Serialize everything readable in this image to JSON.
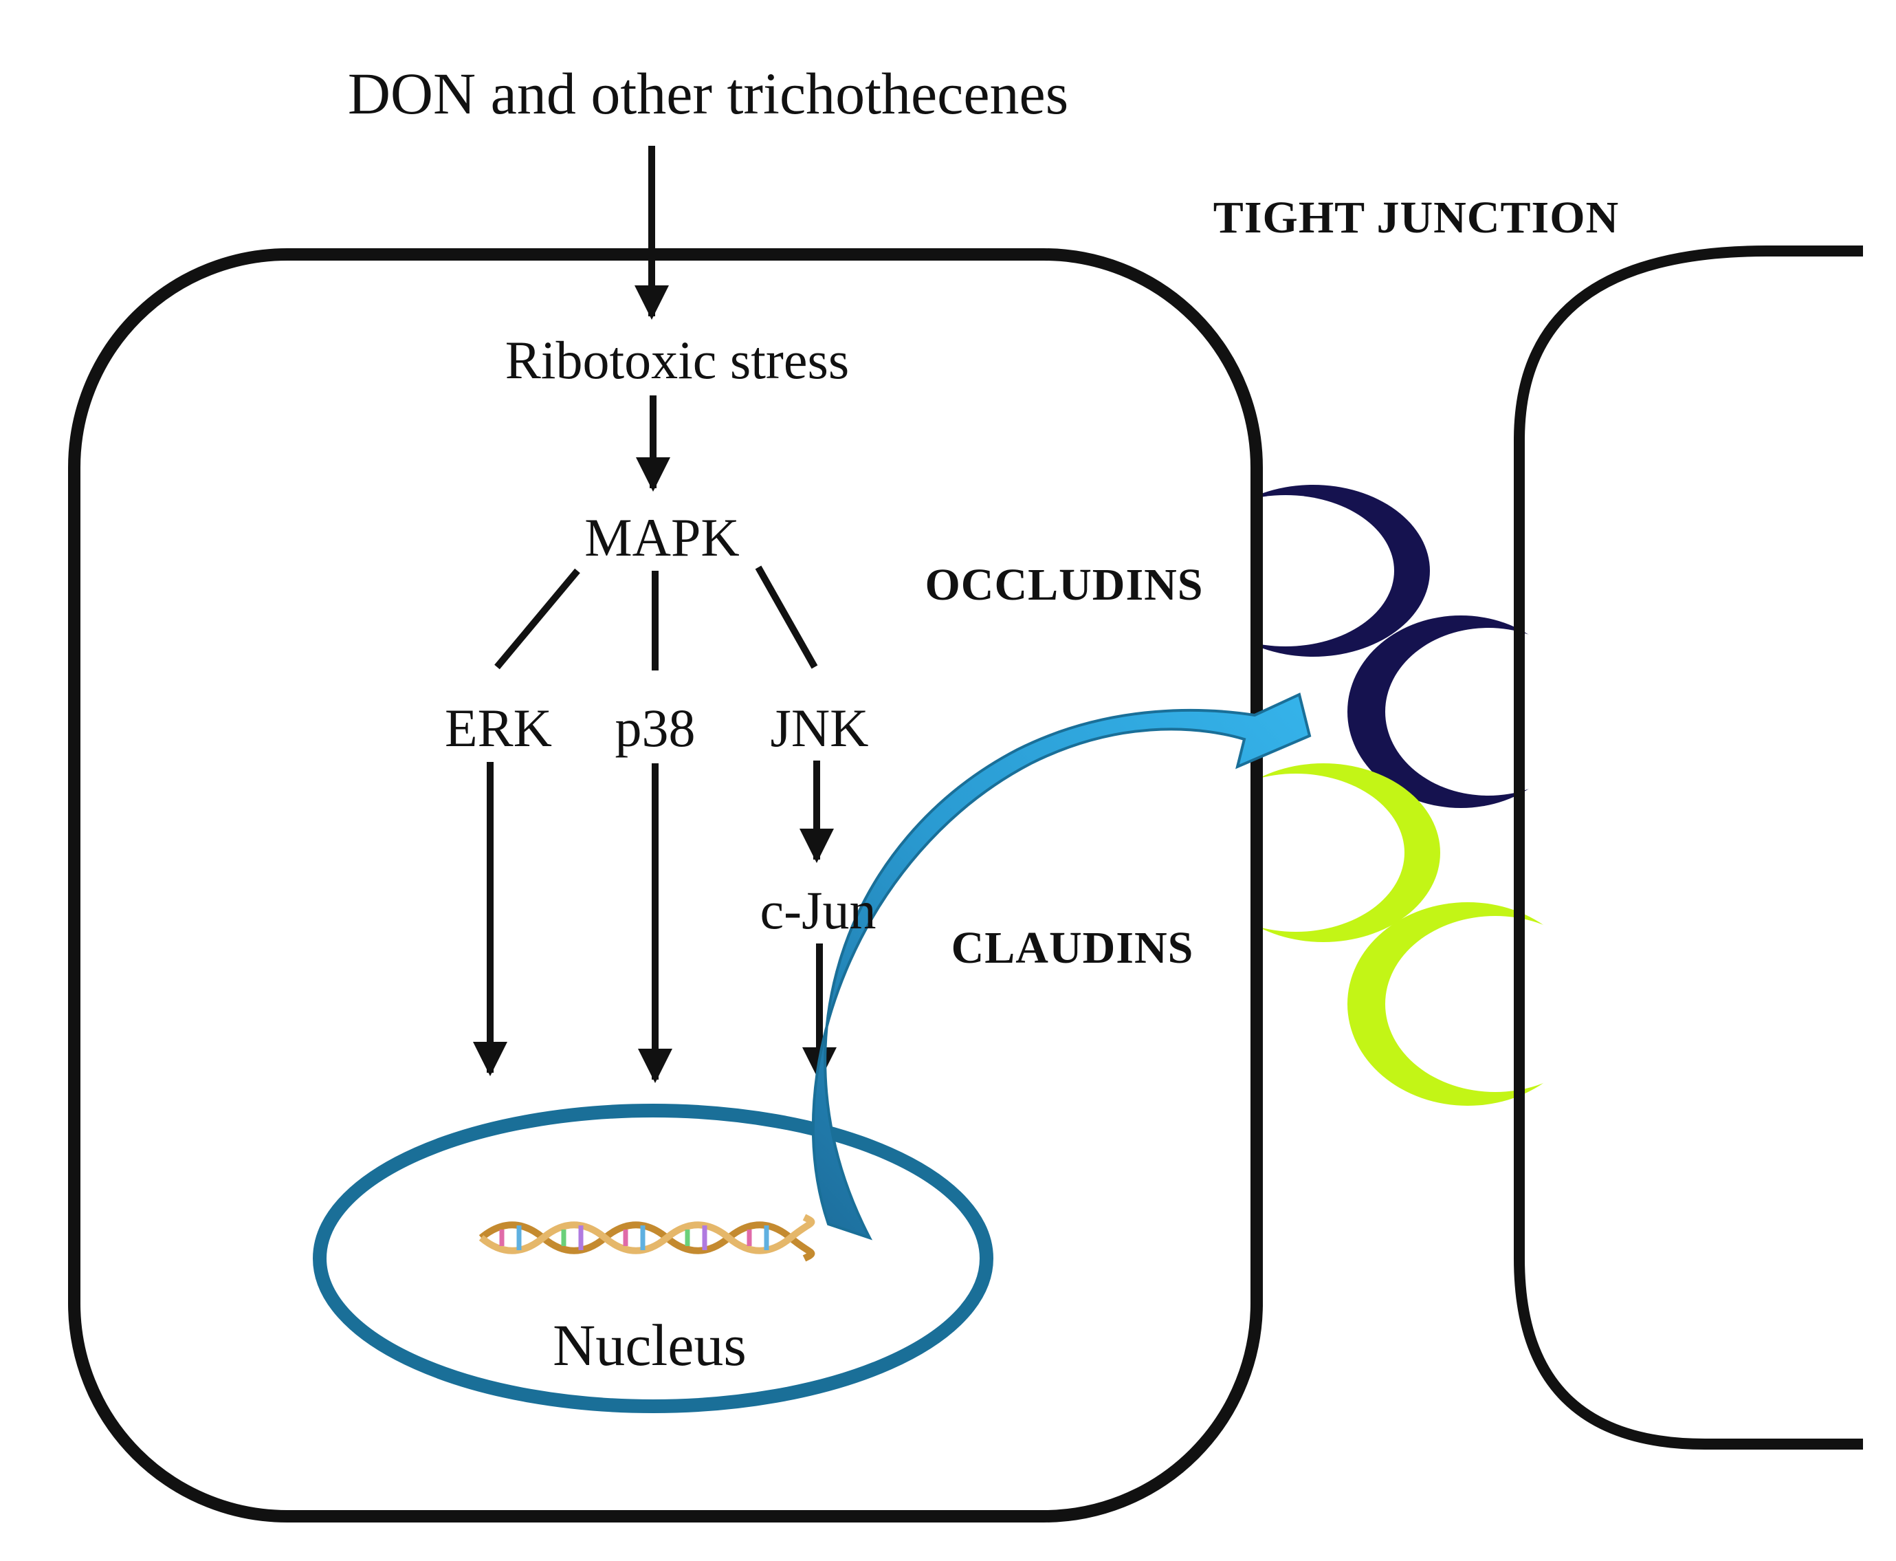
{
  "labels": {
    "source": "DON and other trichothecenes",
    "ribotoxic": "Ribotoxic stress",
    "mapk": "MAPK",
    "erk": "ERK",
    "p38": "p38",
    "jnk": "JNK",
    "cjun": "c-Jun",
    "nucleus": "Nucleus",
    "tight_junction": "TIGHT JUNCTION",
    "occludins": "OCCLUDINS",
    "claudins": "CLAUDINS"
  },
  "colors": {
    "outline": "#111111",
    "nucleus": "#1a6f98",
    "curved_arrow": "#2a9bd2",
    "occludin": "#15124f",
    "claudin": "#c3f516",
    "dna_backbone": "#e5b76a"
  },
  "icons": {
    "dna": "dna-helix-icon"
  }
}
